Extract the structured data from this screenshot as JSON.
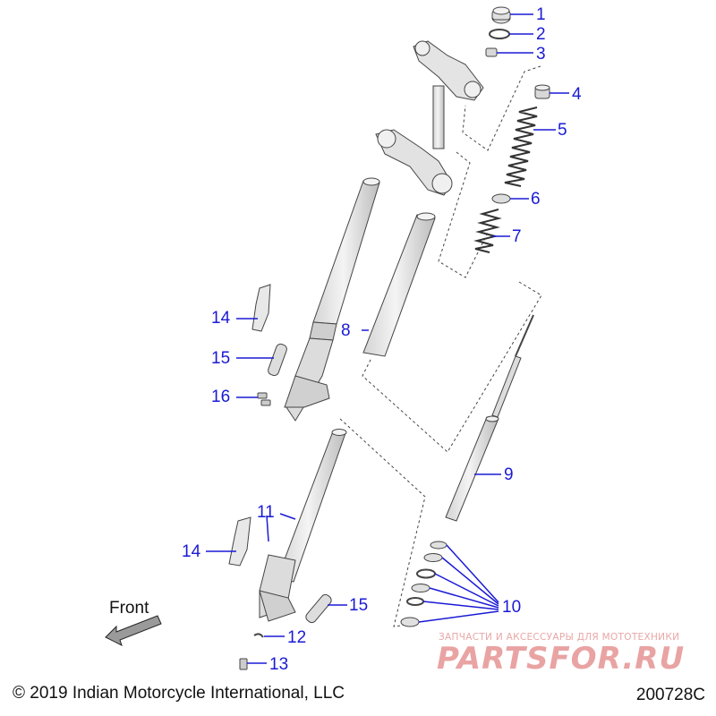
{
  "callouts": [
    {
      "id": "1",
      "label": "1"
    },
    {
      "id": "2",
      "label": "2"
    },
    {
      "id": "3",
      "label": "3"
    },
    {
      "id": "4",
      "label": "4"
    },
    {
      "id": "5",
      "label": "5"
    },
    {
      "id": "6",
      "label": "6"
    },
    {
      "id": "7",
      "label": "7"
    },
    {
      "id": "8",
      "label": "8"
    },
    {
      "id": "9",
      "label": "9"
    },
    {
      "id": "10",
      "label": "10"
    },
    {
      "id": "11",
      "label": "11"
    },
    {
      "id": "12",
      "label": "12"
    },
    {
      "id": "13",
      "label": "13"
    },
    {
      "id": "14a",
      "label": "14"
    },
    {
      "id": "15a",
      "label": "15"
    },
    {
      "id": "16",
      "label": "16"
    },
    {
      "id": "14b",
      "label": "14"
    },
    {
      "id": "15b",
      "label": "15"
    }
  ],
  "front_label": "Front",
  "copyright": "© 2019 Indian Motorcycle International, LLC",
  "diagram_code": "200728C",
  "watermark": {
    "tagline": "ЗАПЧАСТИ И АКСЕССУАРЫ ДЛЯ МОТОТЕХНИКИ",
    "logo": "PARTSFOR.RU"
  },
  "colors": {
    "callout": "#1a1ad6",
    "part_fill": "#e6e6e6",
    "part_stroke": "#444444",
    "watermark": "#e9a3a3"
  }
}
